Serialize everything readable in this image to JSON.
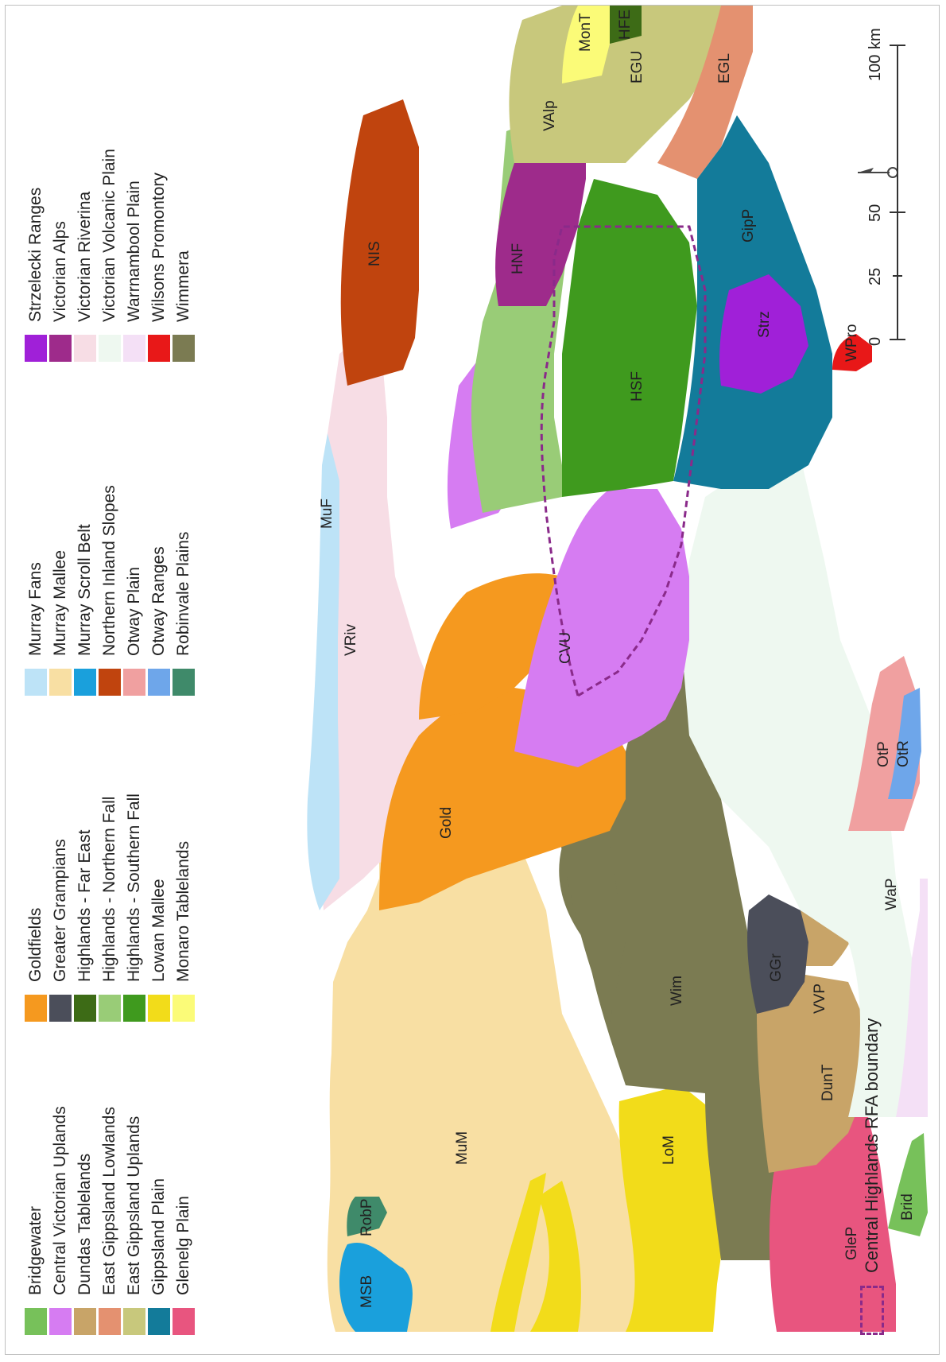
{
  "legend": {
    "columns": [
      [
        {
          "label": "Bridgewater",
          "color": "#77c15a"
        },
        {
          "label": "Central Victorian Uplands",
          "color": "#d67cf2"
        },
        {
          "label": "Dundas Tablelands",
          "color": "#c8a468"
        },
        {
          "label": "East Gippsland Lowlands",
          "color": "#e49170"
        },
        {
          "label": "East Gippsland Uplands",
          "color": "#c8c87c"
        },
        {
          "label": "Gippsland Plain",
          "color": "#137b9a"
        },
        {
          "label": "Glenelg Plain",
          "color": "#e8557f"
        }
      ],
      [
        {
          "label": "Goldfields",
          "color": "#f5991f"
        },
        {
          "label": "Greater Grampians",
          "color": "#4b4e5a"
        },
        {
          "label": "Highlands - Far East",
          "color": "#3d6b16"
        },
        {
          "label": "Highlands - Northern Fall",
          "color": "#99cc77"
        },
        {
          "label": "Highlands - Southern Fall",
          "color": "#3f9a1e"
        },
        {
          "label": "Lowan Mallee",
          "color": "#f2dc1a"
        },
        {
          "label": "Monaro Tablelands",
          "color": "#fbfb78"
        }
      ],
      [
        {
          "label": "Murray Fans",
          "color": "#bde3f7"
        },
        {
          "label": "Murray Mallee",
          "color": "#f8dfa3"
        },
        {
          "label": "Murray Scroll Belt",
          "color": "#1aa0dc"
        },
        {
          "label": "Northern Inland Slopes",
          "color": "#c0440e"
        },
        {
          "label": "Otway Plain",
          "color": "#f0a0a0"
        },
        {
          "label": "Otway Ranges",
          "color": "#6ea6ea"
        },
        {
          "label": "Robinvale Plains",
          "color": "#3f8a6a"
        }
      ],
      [
        {
          "label": "Strzelecki Ranges",
          "color": "#a020d8"
        },
        {
          "label": "Victorian Alps",
          "color": "#9e2b8b"
        },
        {
          "label": "Victorian Riverina",
          "color": "#f7dde5"
        },
        {
          "label": "Victorian Volcanic Plain",
          "color": "#eef8f0"
        },
        {
          "label": "Warrnambool Plain",
          "color": "#f4e0f6"
        },
        {
          "label": "Wilsons Promontory",
          "color": "#e81818"
        },
        {
          "label": "Wimmera",
          "color": "#7b7b52"
        }
      ]
    ]
  },
  "boundary_label": "Central Highlands RFA boundary",
  "boundary_color": "#8a2a8a",
  "scale": {
    "ticks": [
      "0",
      "25",
      "50",
      "100"
    ],
    "unit": "km"
  },
  "north_arrow_icon": "north-arrow-icon",
  "region_labels": {
    "msb": "MSB",
    "robp": "RobP",
    "mum": "MuM",
    "lom": "LoM",
    "wim": "Wim",
    "ggr": "GGr",
    "dunt": "DunT",
    "glep": "GleP",
    "brid": "Brid",
    "gold": "Gold",
    "vriv": "VRiv",
    "cvu": "CVU",
    "vvp": "VVP",
    "wap": "WaP",
    "otp": "OtP",
    "otr": "OtR",
    "muf": "MuF",
    "nis": "NIS",
    "hnf": "HNF",
    "hsf": "HSF",
    "strz": "Strz",
    "gipp": "GipP",
    "wpro": "WPro",
    "valp": "VAlp",
    "egu": "EGU",
    "egl": "EGL",
    "mont": "MonT",
    "hfe": "HFE"
  }
}
